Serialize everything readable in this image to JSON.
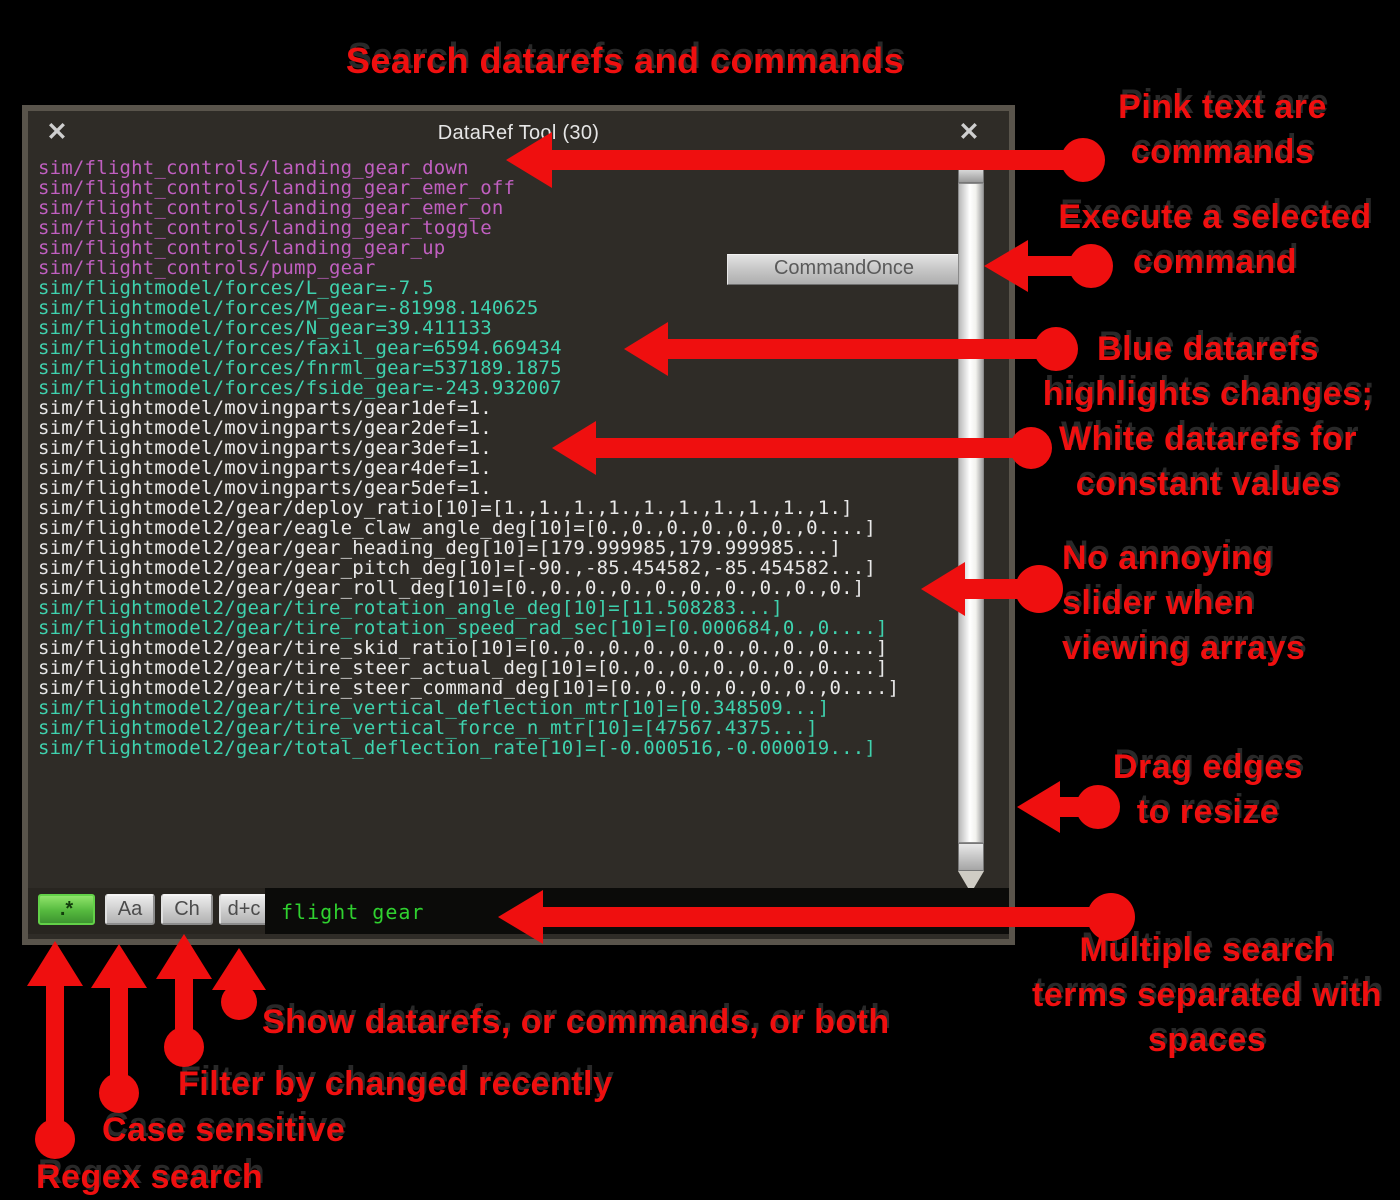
{
  "window": {
    "title": "DataRef Tool (30)",
    "command_button": "CommandOnce",
    "rows": [
      {
        "text": "sim/flight_controls/landing_gear_down",
        "kind": "command"
      },
      {
        "text": "sim/flight_controls/landing_gear_emer_off",
        "kind": "command"
      },
      {
        "text": "sim/flight_controls/landing_gear_emer_on",
        "kind": "command"
      },
      {
        "text": "sim/flight_controls/landing_gear_toggle",
        "kind": "command"
      },
      {
        "text": "sim/flight_controls/landing_gear_up",
        "kind": "command"
      },
      {
        "text": "sim/flight_controls/pump_gear",
        "kind": "command"
      },
      {
        "text": "sim/flightmodel/forces/L_gear=-7.5",
        "kind": "changed"
      },
      {
        "text": "sim/flightmodel/forces/M_gear=-81998.140625",
        "kind": "changed"
      },
      {
        "text": "sim/flightmodel/forces/N_gear=39.411133",
        "kind": "changed"
      },
      {
        "text": "sim/flightmodel/forces/faxil_gear=6594.669434",
        "kind": "changed"
      },
      {
        "text": "sim/flightmodel/forces/fnrml_gear=537189.1875",
        "kind": "changed"
      },
      {
        "text": "sim/flightmodel/forces/fside_gear=-243.932007",
        "kind": "changed"
      },
      {
        "text": "sim/flightmodel/movingparts/gear1def=1.",
        "kind": "constant"
      },
      {
        "text": "sim/flightmodel/movingparts/gear2def=1.",
        "kind": "constant"
      },
      {
        "text": "sim/flightmodel/movingparts/gear3def=1.",
        "kind": "constant"
      },
      {
        "text": "sim/flightmodel/movingparts/gear4def=1.",
        "kind": "constant"
      },
      {
        "text": "sim/flightmodel/movingparts/gear5def=1.",
        "kind": "constant"
      },
      {
        "text": "sim/flightmodel2/gear/deploy_ratio[10]=[1.,1.,1.,1.,1.,1.,1.,1.,1.,1.]",
        "kind": "constant"
      },
      {
        "text": "sim/flightmodel2/gear/eagle_claw_angle_deg[10]=[0.,0.,0.,0.,0.,0.,0....]",
        "kind": "constant"
      },
      {
        "text": "sim/flightmodel2/gear/gear_heading_deg[10]=[179.999985,179.999985...]",
        "kind": "constant"
      },
      {
        "text": "sim/flightmodel2/gear/gear_pitch_deg[10]=[-90.,-85.454582,-85.454582...]",
        "kind": "constant"
      },
      {
        "text": "sim/flightmodel2/gear/gear_roll_deg[10]=[0.,0.,0.,0.,0.,0.,0.,0.,0.,0.]",
        "kind": "constant"
      },
      {
        "text": "sim/flightmodel2/gear/tire_rotation_angle_deg[10]=[11.508283...]",
        "kind": "changed"
      },
      {
        "text": "sim/flightmodel2/gear/tire_rotation_speed_rad_sec[10]=[0.000684,0.,0....]",
        "kind": "changed"
      },
      {
        "text": "sim/flightmodel2/gear/tire_skid_ratio[10]=[0.,0.,0.,0.,0.,0.,0.,0.,0....]",
        "kind": "constant"
      },
      {
        "text": "sim/flightmodel2/gear/tire_steer_actual_deg[10]=[0.,0.,0.,0.,0.,0.,0....]",
        "kind": "constant"
      },
      {
        "text": "sim/flightmodel2/gear/tire_steer_command_deg[10]=[0.,0.,0.,0.,0.,0.,0....]",
        "kind": "constant"
      },
      {
        "text": "sim/flightmodel2/gear/tire_vertical_deflection_mtr[10]=[0.348509...]",
        "kind": "changed"
      },
      {
        "text": "sim/flightmodel2/gear/tire_vertical_force_n_mtr[10]=[47567.4375...]",
        "kind": "changed"
      },
      {
        "text": "sim/flightmodel2/gear/total_deflection_rate[10]=[-0.000516,-0.000019...]",
        "kind": "changed"
      }
    ],
    "toolbar": {
      "regex_label": ".*",
      "case_label": "Aa",
      "changed_label": "Ch",
      "type_label": "d+c",
      "search_value": "flight gear"
    }
  },
  "icons": {
    "close": "✕"
  },
  "annotations": {
    "top_title": "Search datarefs and commands",
    "pink": "Pink text are\ncommands",
    "execute": "Execute a selected\ncommand",
    "blue_white": "Blue datarefs\nhighlights changes;\nWhite datarefs for\nconstant values",
    "slider": "No annoying\nslider when\nviewing arrays",
    "drag": "Drag edges\nto resize",
    "multiple": "Multiple search\nterms separated with\nspaces",
    "show": "Show datarefs, or commands, or both",
    "filter": "Filter by changed recently",
    "case": "Case sensitive",
    "regex": "Regex search"
  },
  "colors": {
    "command": "#c05fc0",
    "changed": "#3fd2ae",
    "constant": "#e8e8e8",
    "annotation": "#ef0f0f",
    "search_text": "#2fd12f",
    "window_bg": "#2f2c27",
    "window_border": "#59544b"
  }
}
